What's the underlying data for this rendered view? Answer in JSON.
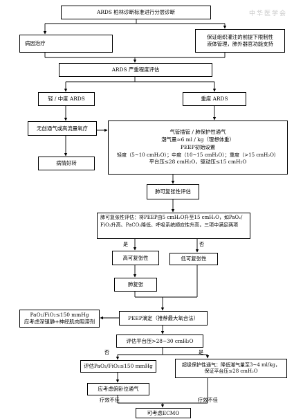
{
  "watermark": "中华医学会",
  "nodes": {
    "diagnosis": "ARDS 柏林诊断标准进行分层诊断",
    "etiology": "病因治疗",
    "support_1": "保证组织灌注的前提下限制性",
    "support_2": "液体管理，肺外器官功能支持",
    "severity": "ARDS 严重程度评估",
    "mild_moderate": "轻 / 中度 ARDS",
    "severe": "重度 ARDS",
    "noninvasive": "无创通气或高流量氧疗",
    "improve": "病情好转",
    "vent_1": "气管插管 / 肺保护性通气",
    "vent_2": "潮气量≈6 ml / kg（理想体重）",
    "vent_3": "PEEP初始设置",
    "vent_4": "轻度（5~10 cmH₂O）；中度（10~15 cmH₂O）；重度（>15 cmH₂O）",
    "vent_5": "平台压≤28 cmH₂O，驱动压≤15 cmH₂O",
    "recruit_eval": "肺可复张性评估",
    "recruit_detail_1": "肺可复张性评估：将PEEP由5 cmH₂O升至15 cmH₂O，如PaO₂/",
    "recruit_detail_2": "FiO₂升高、PaCO₂降低、呼吸系统顺应性升高，三项中满足两项",
    "high_recruit": "高可复张性",
    "low_recruit": "低可复张性",
    "recruitment": "肺复张",
    "peep_titration": "PEEP滴定（推荐最大氧合法）",
    "sedation_1": "PaO₂/FiO₂≤150 mmHg",
    "sedation_2": "应考虑深镇静+神经肌肉阻滞剂",
    "plateau": "评估平台压>28~30 cmH₂O",
    "eval_pf": "评估PaO₂/FiO₂≤150 mmHg",
    "ultra_1": "超级保护性通气：降低潮气量至3~4 ml/kg，",
    "ultra_2": "保证平台压≤28 cmH₂O",
    "prone": "应考虑俯卧位通气",
    "ecmo": "可考虑ECMO"
  },
  "edge_labels": {
    "yes_recruit": "是",
    "no_recruit": "否",
    "no_plateau": "否",
    "yes_plateau": "是",
    "poor_left": "疗效不佳",
    "poor_right": "疗效不佳"
  }
}
